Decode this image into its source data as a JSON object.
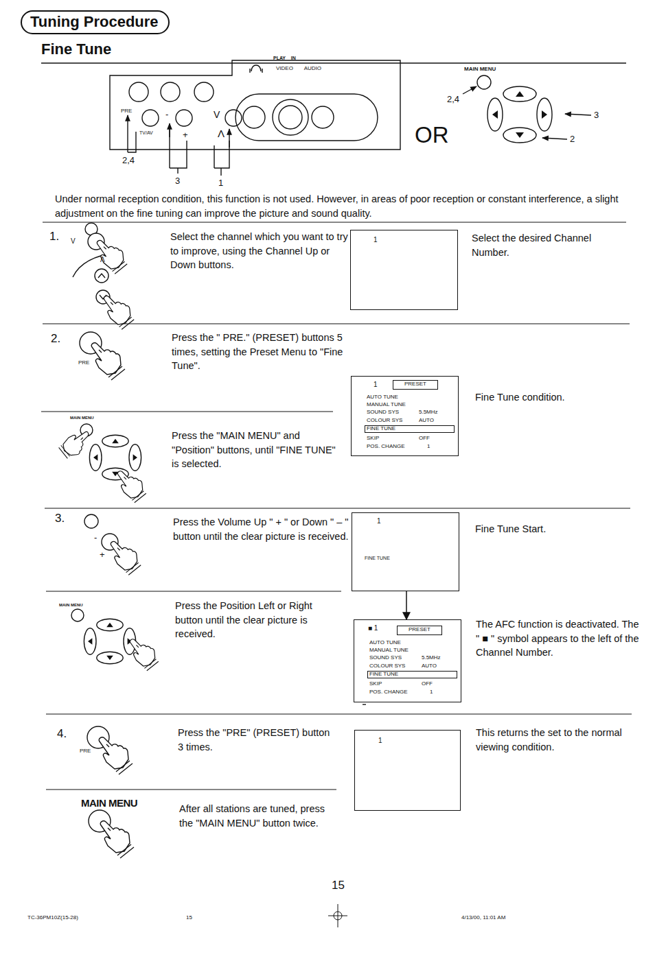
{
  "diagram": {
    "title": "Tuning Procedure",
    "nodes": [
      {
        "text": [
          "1"
        ]
      },
      {
        "text": [
          "1",
          "AUTO TUNE",
          "MANUAL TUNE",
          "SOUND SYS",
          "5.5MHz",
          "COLOUR SYS",
          "AUTO",
          "FINE TUNE",
          "SKIP",
          "OFF",
          "POS. CHANGE",
          "1"
        ]
      },
      {
        "text": [
          "PRESET"
        ],
        "in": 1
      },
      {
        "text": [
          "1",
          "FINE TUNE"
        ]
      },
      {
        "text": [
          "■ 1",
          "AUTO TUNE",
          "MANUAL TUNE",
          "SOUND SYS",
          "5.5MHz",
          "COLOUR SYS",
          "AUTO",
          "FINE TUNE",
          "SKIP",
          "OFF",
          "POS. CHANGE",
          "1"
        ]
      },
      {
        "text": [
          "PRESET"
        ],
        "in": 4
      },
      {
        "text": [
          "1"
        ]
      }
    ],
    "edges": [
      {
        "from": 3,
        "to": 4,
        "arrow": "to"
      }
    ],
    "labels": [
      "Fine Tune",
      "PLAY IN",
      "VIDEO AUDIO",
      "PRE",
      "TV/AV",
      "-",
      "+",
      "V",
      "Λ",
      "2,4",
      "3",
      "1",
      "MAIN MENU",
      "2,4",
      "3",
      "2",
      "OR",
      "Under normal reception condition, this function is not used. However, in areas of poor reception or constant interference, a slight adjustment on the fine tuning can improve the picture and sound quality.",
      "1.",
      "V",
      "Λ",
      "Select the channel which you want to try to improve, using the Channel Up or Down buttons.",
      "Select the desired Channel Number.",
      "2.",
      "PRE",
      "Press the \" PRE.\" (PRESET) buttons 5 times, setting the Preset Menu to \"Fine Tune\".",
      "Fine Tune condition.",
      "MAIN MENU",
      "Press the \"MAIN MENU\" and \"Position\" buttons, until \"FINE TUNE\" is selected.",
      "3.",
      "-",
      "+",
      "Press the Volume Up \" + \" or Down \" – \" button until the clear picture is received.",
      "Fine Tune Start.",
      "MAIN MENU",
      "Press the Position Left or Right button until the clear picture is received.",
      "The AFC function is deactivated. The \" ■ \" symbol appears to the left of the Channel Number.",
      "4.",
      "PRE",
      "Press the \"PRE\" (PRESET) button 3 times.",
      "This returns the set to the normal viewing condition.",
      "MAIN MENU",
      "After all stations are tuned, press the \"MAIN MENU\" button twice.",
      "15",
      "TC-36PM10Z(15-28)",
      "15",
      "4/13/00, 11:01 AM"
    ]
  }
}
